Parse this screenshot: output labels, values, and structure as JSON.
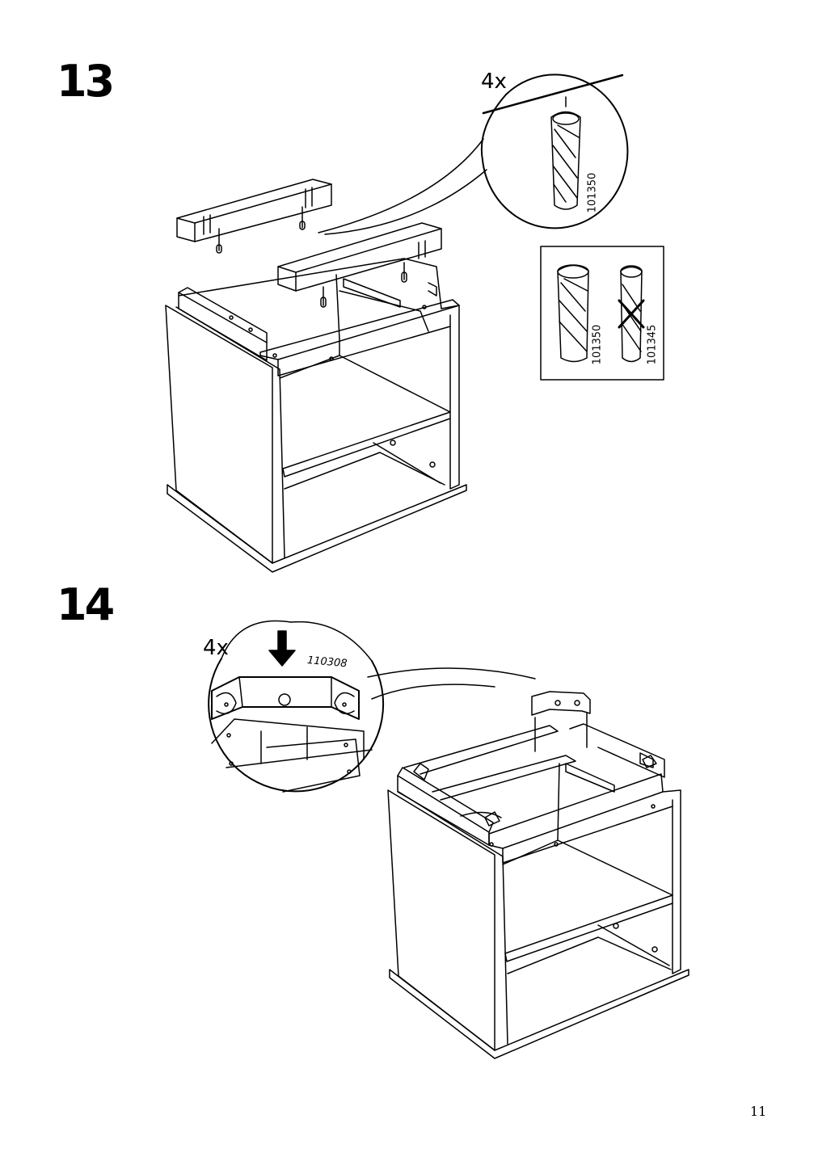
{
  "steps": [
    {
      "number": "13",
      "detail_quantity": "4x",
      "detail_part": "101350",
      "compare_parts": {
        "correct": "101350",
        "wrong": "101345"
      }
    },
    {
      "number": "14",
      "detail_quantity": "4x",
      "detail_part": "110308"
    }
  ],
  "page_number": "11",
  "icons": [
    "wooden-dowel-icon",
    "cross-mark-icon",
    "down-arrow-icon",
    "corner-bracket-icon"
  ]
}
